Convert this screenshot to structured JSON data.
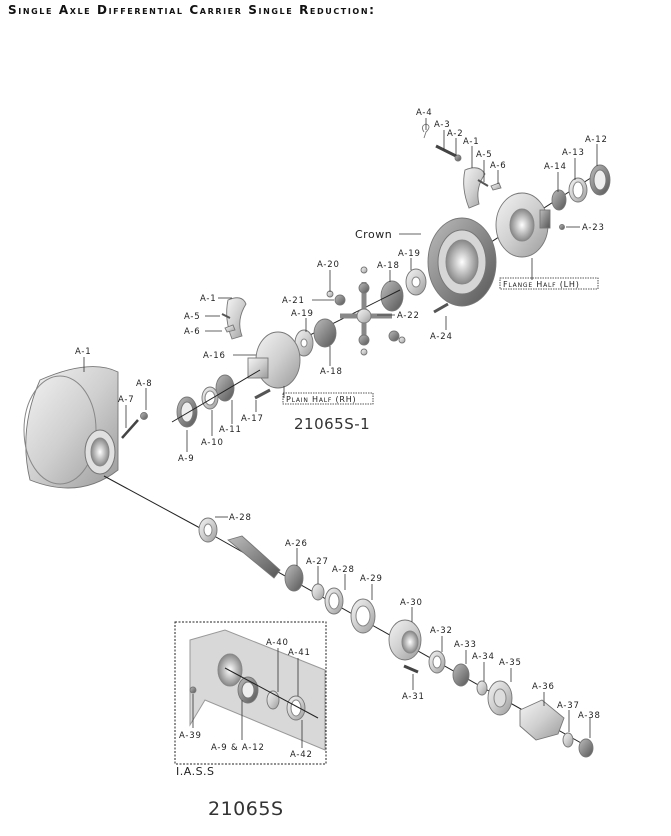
{
  "title": "Single Axle Differential Carrier Single Reduction:",
  "assembly_codes": {
    "sub_assembly": "21065S-1",
    "main_assembly": "21065S"
  },
  "callouts": {
    "crown": "Crown",
    "flange_half": "Flange Half (LH)",
    "plain_half": "Plain Half (RH)",
    "iass": "I.A.S.S"
  },
  "parts": {
    "a1_top": "A-1",
    "a2": "A-2",
    "a3": "A-3",
    "a4": "A-4",
    "a5_top": "A-5",
    "a6_top": "A-6",
    "a12": "A-12",
    "a13": "A-13",
    "a14": "A-14",
    "a23": "A-23",
    "a19_right": "A-19",
    "a18_right": "A-18",
    "a20": "A-20",
    "a21": "A-21",
    "a22": "A-22",
    "a24": "A-24",
    "a1_mid": "A-1",
    "a5_mid": "A-5",
    "a6_mid": "A-6",
    "a19_left": "A-19",
    "a16": "A-16",
    "a18_left": "A-18",
    "a17": "A-17",
    "a1_housing": "A-1",
    "a7": "A-7",
    "a8": "A-8",
    "a9": "A-9",
    "a10": "A-10",
    "a11": "A-11",
    "a28_top": "A-28",
    "a26": "A-26",
    "a27": "A-27",
    "a28": "A-28",
    "a29": "A-29",
    "a30": "A-30",
    "a31": "A-31",
    "a32": "A-32",
    "a33": "A-33",
    "a34": "A-34",
    "a35": "A-35",
    "a36": "A-36",
    "a37": "A-37",
    "a38": "A-38",
    "a39": "A-39",
    "a40": "A-40",
    "a41": "A-41",
    "a42": "A-42",
    "a9_a12": "A-9 & A-12"
  }
}
